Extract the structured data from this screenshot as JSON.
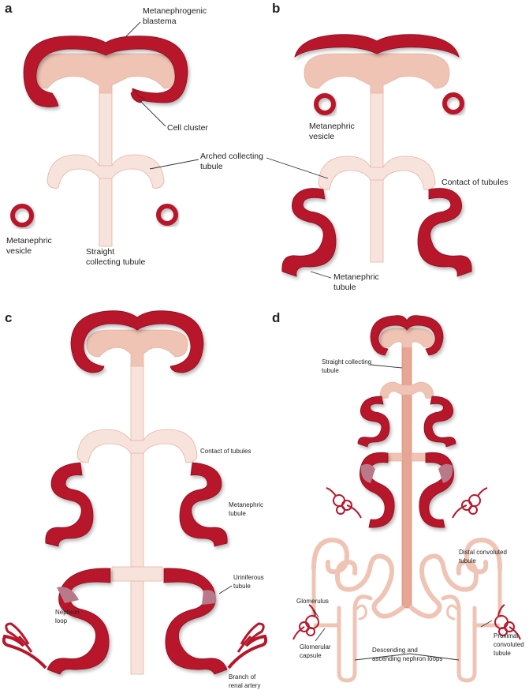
{
  "colors": {
    "mesenchyme_red": "#b8172b",
    "mesenchyme_dark": "#8a0f1f",
    "tubule_pink": "#f0c4b4",
    "tubule_pale": "#f7e3dc",
    "tubule_outline": "#e4b3a2",
    "loop_mauve": "#b9798a"
  },
  "panels": {
    "a": {
      "letter": "a",
      "labels": {
        "blastema": [
          "Metanephrogenic",
          "blastema"
        ],
        "cell_cluster": [
          "Cell cluster"
        ],
        "arched": [
          "Arched collecting",
          "tubule"
        ],
        "vesicle": [
          "Metanephric",
          "vesicle"
        ],
        "straight": [
          "Straight",
          "collecting tubule"
        ]
      }
    },
    "b": {
      "letter": "b",
      "labels": {
        "vesicle": [
          "Metanephric",
          "vesicle"
        ],
        "contact": [
          "Contact of tubules"
        ],
        "tubule": [
          "Metanephric",
          "tubule"
        ]
      }
    },
    "c": {
      "letter": "c",
      "labels": {
        "contact": [
          "Contact of tubules"
        ],
        "metanephric_tubule": [
          "Metanephric",
          "tubule"
        ],
        "uriniferous": [
          "Uriniferous",
          "tubule"
        ],
        "nephron_loop": [
          "Nephron",
          "loop"
        ],
        "artery": [
          "Branch of",
          "renal artery"
        ]
      }
    },
    "d": {
      "letter": "d",
      "labels": {
        "straight": [
          "Straight collecting",
          "tubule"
        ],
        "distal": [
          "Distal convoluted",
          "tubule"
        ],
        "glomerulus": [
          "Glomerulus"
        ],
        "capsule": [
          "Glomerular",
          "capsule"
        ],
        "loops": [
          "Descending and",
          "ascending nephron loops"
        ],
        "proximal": [
          "Proximal",
          "convoluted",
          "tubule"
        ]
      }
    }
  }
}
